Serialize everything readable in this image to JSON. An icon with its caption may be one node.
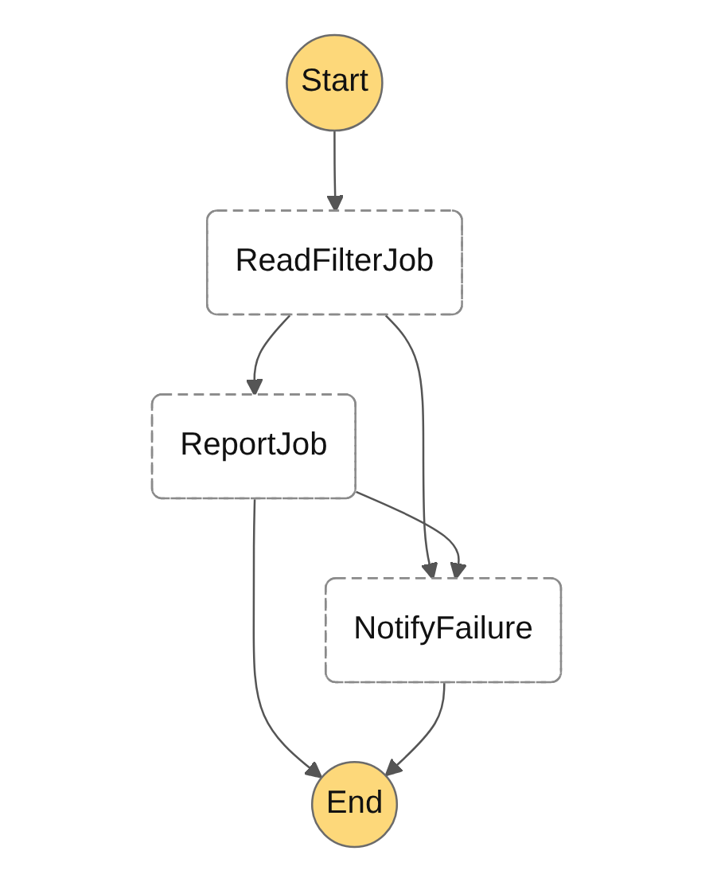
{
  "diagram": {
    "nodes": [
      {
        "text": [
          "Start"
        ]
      },
      {
        "text": [
          "ReadFilterJob"
        ]
      },
      {
        "text": [
          "ReportJob"
        ]
      },
      {
        "text": [
          "NotifyFailure"
        ]
      },
      {
        "text": [
          "End"
        ]
      }
    ],
    "edges": [
      {
        "from": 0,
        "to": 1,
        "arrow": "to"
      },
      {
        "from": 1,
        "to": 2,
        "arrow": "to"
      },
      {
        "from": 1,
        "to": 3,
        "arrow": "to"
      },
      {
        "from": 2,
        "to": 3,
        "arrow": "to"
      },
      {
        "from": 2,
        "to": 4,
        "arrow": "to"
      },
      {
        "from": 3,
        "to": 4,
        "arrow": "to"
      }
    ]
  }
}
